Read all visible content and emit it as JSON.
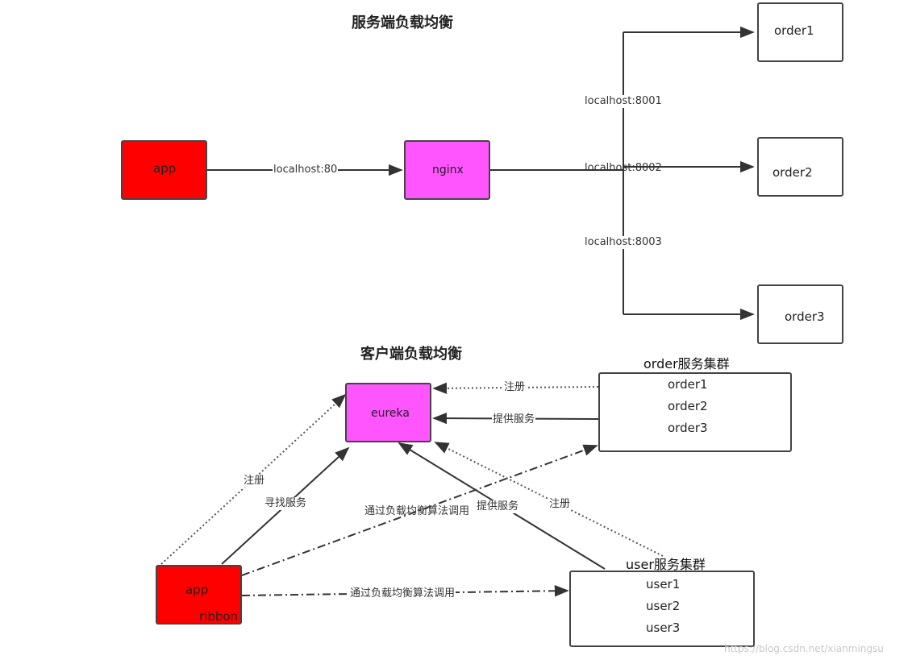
{
  "server_section": {
    "title": "服务端负载均衡",
    "app_label": "app",
    "nginx_label": "nginx",
    "edge_label": "localhost:80",
    "ports": [
      "localhost:8001",
      "localhost:8002",
      "localhost:8003"
    ],
    "orders": [
      "order1",
      "order2",
      "order3"
    ]
  },
  "client_section": {
    "title": "客户端负载均衡",
    "eureka_label": "eureka",
    "app_lines": [
      "app",
      "ribbon"
    ],
    "order_cluster": {
      "caption": "order服务集群",
      "items": [
        "order1",
        "order2",
        "order3"
      ]
    },
    "user_cluster": {
      "caption": "user服务集群",
      "items": [
        "user1",
        "user2",
        "user3"
      ]
    },
    "edge_labels": {
      "order_register": "注册",
      "order_provide": "提供服务",
      "app_register": "注册",
      "app_find": "寻找服务",
      "app_to_order": "通过负载均衡算法调用",
      "user_provide": "提供服务",
      "user_register": "注册",
      "app_to_user": "通过负载均衡算法调用"
    }
  },
  "watermark": "https://blog.csdn.net/xianmingsu",
  "colors": {
    "app": "#ff0000",
    "nginx": "#ff55ff",
    "eureka": "#ff55ff",
    "edge": "#333333"
  }
}
